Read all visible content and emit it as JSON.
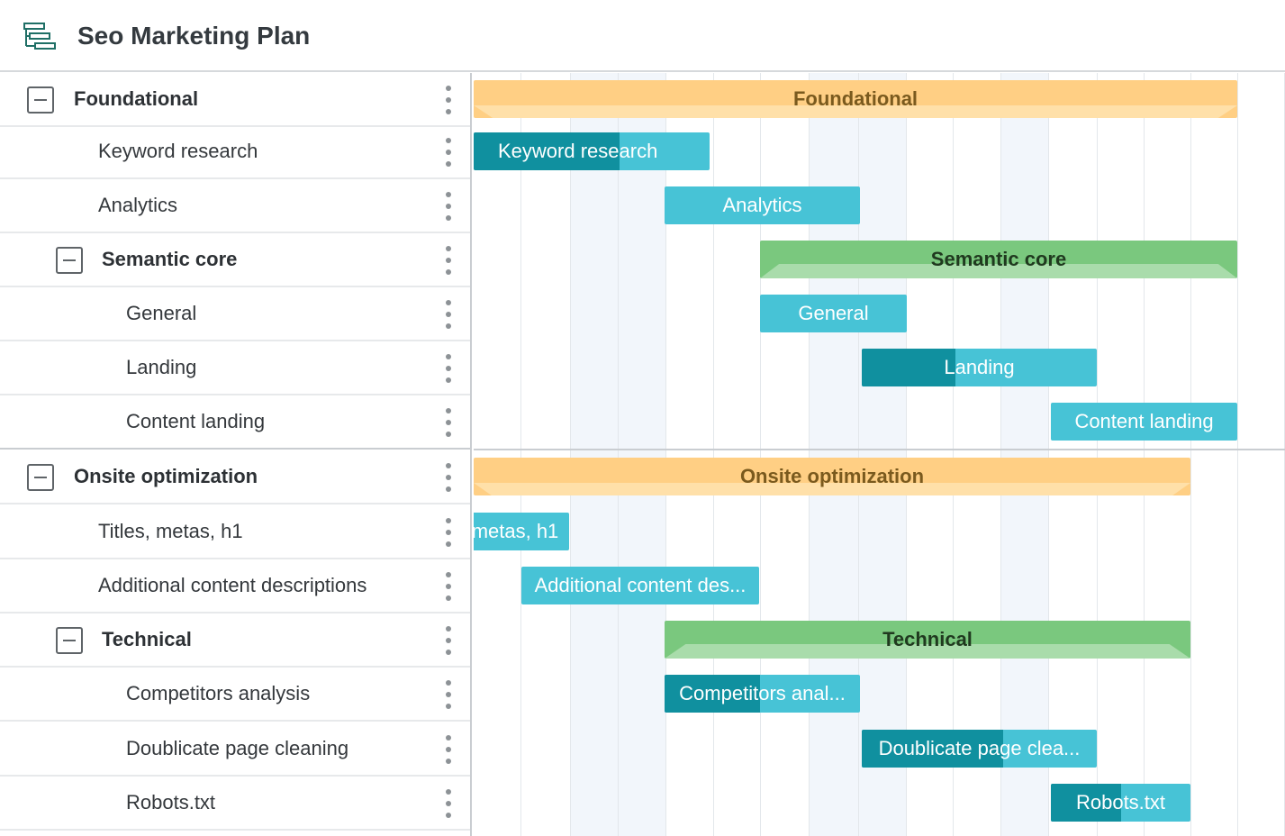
{
  "app": {
    "title": "Seo Marketing Plan",
    "logo_icon": "gantt-chart-icon"
  },
  "rows": [
    {
      "label": "Foundational",
      "type": "group"
    },
    {
      "label": "Keyword research",
      "type": "task"
    },
    {
      "label": "Analytics",
      "type": "task"
    },
    {
      "label": "Semantic core",
      "type": "subgroup"
    },
    {
      "label": "General",
      "type": "task"
    },
    {
      "label": "Landing",
      "type": "task"
    },
    {
      "label": "Content landing",
      "type": "task"
    },
    {
      "label": "Onsite optimization",
      "type": "group"
    },
    {
      "label": "Titles, metas, h1",
      "type": "task"
    },
    {
      "label": "Additional content descriptions",
      "type": "task"
    },
    {
      "label": "Technical",
      "type": "subgroup"
    },
    {
      "label": "Competitors analysis",
      "type": "task"
    },
    {
      "label": "Doublicate page cleaning",
      "type": "task"
    },
    {
      "label": "Robots.txt",
      "type": "task"
    }
  ],
  "bars": [
    {
      "label": "Foundational",
      "type": "group"
    },
    {
      "label": "Keyword research",
      "type": "task",
      "progress": 0.62
    },
    {
      "label": "Analytics",
      "type": "task",
      "progress": 0
    },
    {
      "label": "Semantic core",
      "type": "subgroup"
    },
    {
      "label": "General",
      "type": "task",
      "progress": 0
    },
    {
      "label": "Landing",
      "type": "task",
      "progress": 0.4
    },
    {
      "label": "Content landing",
      "type": "task",
      "progress": 0
    },
    {
      "label": "Onsite optimization",
      "type": "group"
    },
    {
      "label": "metas, h1",
      "type": "task",
      "progress": 0
    },
    {
      "label": "Additional content des...",
      "type": "task",
      "progress": 0
    },
    {
      "label": "Technical",
      "type": "subgroup"
    },
    {
      "label": "Competitors anal...",
      "type": "task",
      "progress": 0.49
    },
    {
      "label": "Doublicate page clea...",
      "type": "task",
      "progress": 0.6
    },
    {
      "label": "Robots.txt",
      "type": "task",
      "progress": 0.5
    }
  ],
  "colors": {
    "group_bar": "#ffcf84",
    "subgroup_bar": "#7ac87e",
    "task_bar": "#47c3d6",
    "task_progress": "#10909f"
  }
}
